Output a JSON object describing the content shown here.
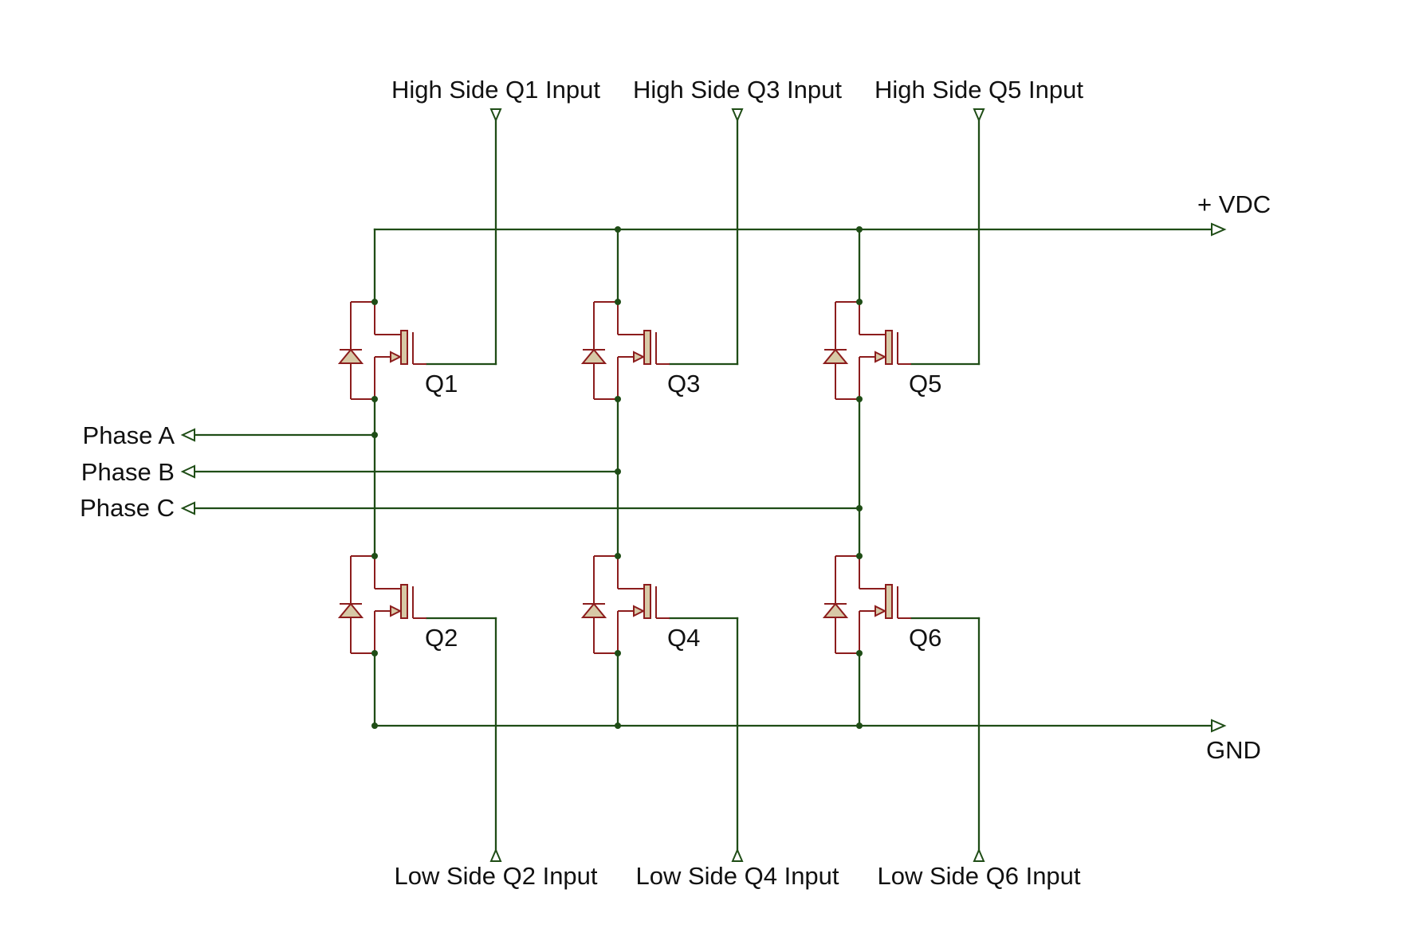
{
  "diagram": {
    "high_inputs": [
      "High Side Q1 Input",
      "High Side Q3 Input",
      "High Side Q5 Input"
    ],
    "low_inputs": [
      "Low Side Q2 Input",
      "Low Side Q4 Input",
      "Low Side Q6 Input"
    ],
    "phases": [
      "Phase A",
      "Phase B",
      "Phase C"
    ],
    "high_transistors": [
      "Q1",
      "Q3",
      "Q5"
    ],
    "low_transistors": [
      "Q2",
      "Q4",
      "Q6"
    ],
    "supply_label": "+ VDC",
    "ground_label": "GND",
    "colors": {
      "wire": "#1f4d16",
      "device": "#8c1d1d",
      "device_fill": "#d7c9a6"
    }
  }
}
